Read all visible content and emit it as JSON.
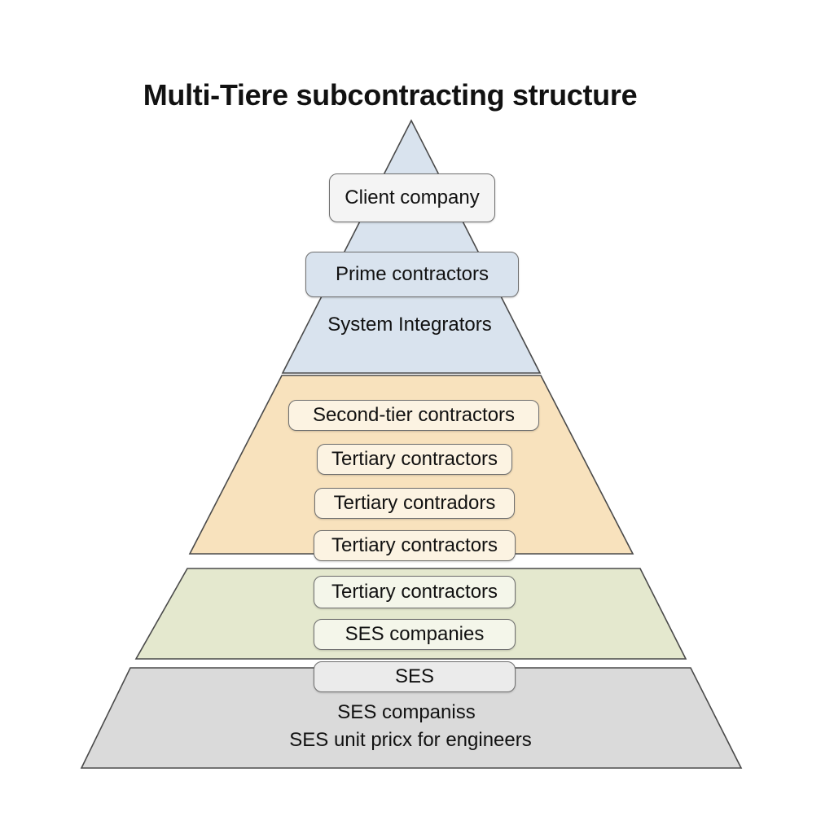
{
  "title": "Multi-Tiere subcontracting structure",
  "colors": {
    "tier1_fill": "#d9e3ee",
    "tier2_fill": "#f8e2bd",
    "tier3_fill": "#e4e8ce",
    "tier4_fill": "#dadada",
    "stroke": "#4a4a4a",
    "box_fill_light": "#f4f4f4",
    "box_fill_warm": "#fcf3e2",
    "box_fill_green": "#f4f6ea",
    "box_fill_gray": "#ebebeb"
  },
  "tiers": {
    "tier1": {
      "boxes": [
        "Client company",
        "Prime contractors"
      ],
      "label": "System Integrators"
    },
    "tier2": {
      "boxes": [
        "Second-tier contractors",
        "Tertiary contractors",
        "Tertiary contradors",
        "Tertiary contractors"
      ]
    },
    "tier3": {
      "boxes": [
        "Tertiary contractors",
        "SES companies"
      ]
    },
    "tier4": {
      "boxes": [
        "SES"
      ],
      "labels": [
        "SES companiss",
        "SES unit pricx for engineers"
      ]
    }
  }
}
